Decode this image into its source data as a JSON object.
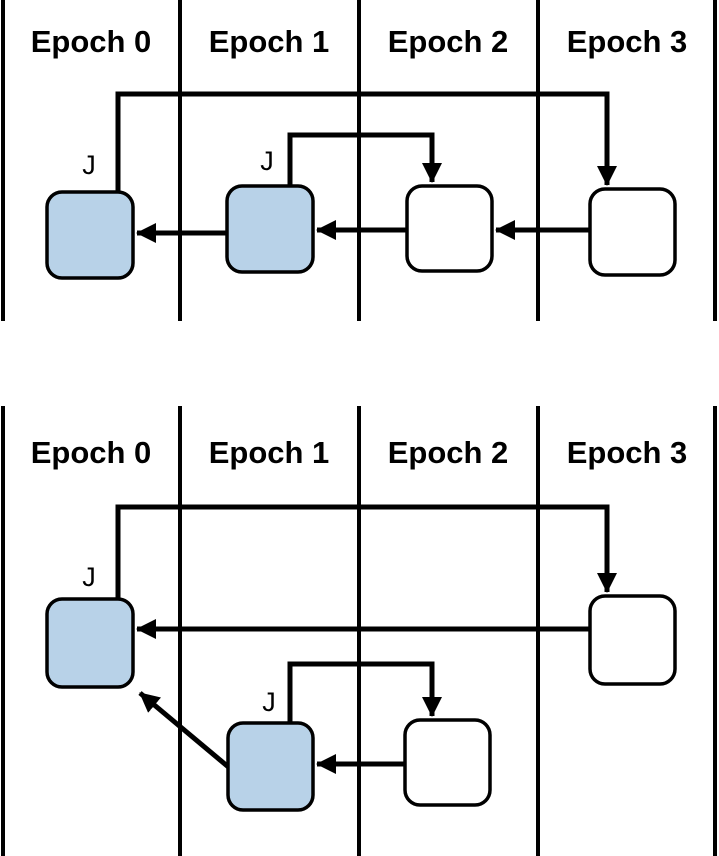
{
  "colors": {
    "journal_node_fill": "#b8d2e8",
    "checkpoint_node_fill": "#ffffff",
    "line": "#000000"
  },
  "top_diagram": {
    "epochs": [
      "Epoch 0",
      "Epoch 1",
      "Epoch 2",
      "Epoch 3"
    ],
    "nodes": [
      {
        "epoch": "Epoch 0",
        "label": "J",
        "kind": "journal"
      },
      {
        "epoch": "Epoch 1",
        "label": "J",
        "kind": "journal"
      },
      {
        "epoch": "Epoch 2",
        "label": "",
        "kind": "checkpoint"
      },
      {
        "epoch": "Epoch 3",
        "label": "",
        "kind": "checkpoint"
      }
    ],
    "edges": [
      {
        "from": "Epoch 3 node",
        "to": "Epoch 2 node",
        "shape": "horizontal-left-arrow"
      },
      {
        "from": "Epoch 2 node",
        "to": "Epoch 1 node",
        "shape": "horizontal-left-arrow"
      },
      {
        "from": "Epoch 1 node",
        "to": "Epoch 0 node",
        "shape": "horizontal-left-arrow"
      },
      {
        "from": "Epoch 0 journal node",
        "to": "Epoch 3 node",
        "shape": "up-over-down-arrow"
      },
      {
        "from": "Epoch 1 journal node",
        "to": "Epoch 2 node",
        "shape": "up-over-down-arrow"
      }
    ]
  },
  "bottom_diagram": {
    "epochs": [
      "Epoch 0",
      "Epoch 1",
      "Epoch 2",
      "Epoch 3"
    ],
    "nodes": [
      {
        "epoch": "Epoch 0",
        "label": "J",
        "kind": "journal"
      },
      {
        "epoch": "Epoch 1",
        "label": "J",
        "kind": "journal"
      },
      {
        "epoch": "Epoch 2",
        "label": "",
        "kind": "checkpoint"
      },
      {
        "epoch": "Epoch 3",
        "label": "",
        "kind": "checkpoint"
      }
    ],
    "edges": [
      {
        "from": "Epoch 0 journal node",
        "to": "Epoch 3 node",
        "shape": "up-over-down-arrow"
      },
      {
        "from": "Epoch 3 node",
        "to": "Epoch 0 journal node",
        "shape": "horizontal-left-arrow"
      },
      {
        "from": "Epoch 1 journal node",
        "to": "Epoch 2 node",
        "shape": "up-over-down-arrow"
      },
      {
        "from": "Epoch 2 node",
        "to": "Epoch 1 journal node",
        "shape": "horizontal-left-arrow"
      },
      {
        "from": "Epoch 1 journal node",
        "to": "Epoch 0 journal node",
        "shape": "diagonal-up-left-arrow"
      }
    ]
  }
}
